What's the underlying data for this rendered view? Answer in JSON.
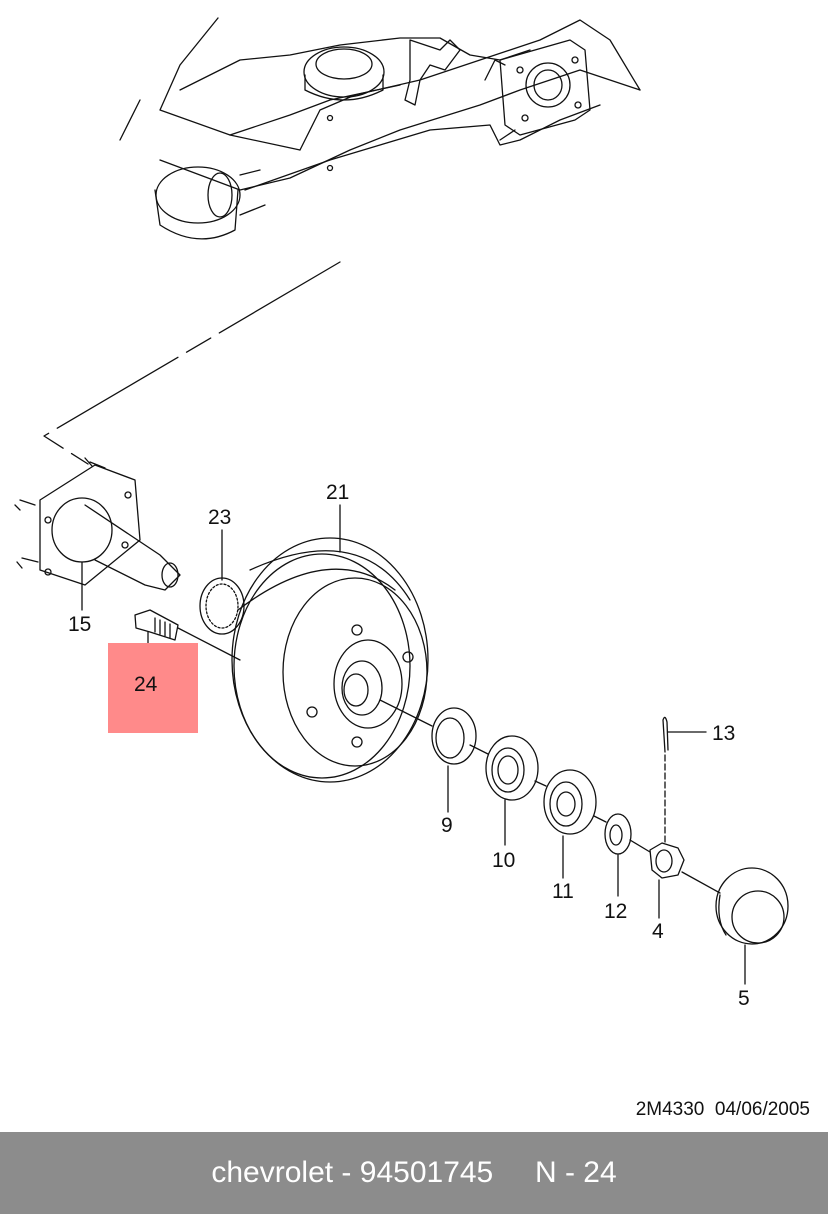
{
  "diagram": {
    "callouts": {
      "p21": "21",
      "p23": "23",
      "p15": "15",
      "p24": "24",
      "p13": "13",
      "p9": "9",
      "p10": "10",
      "p11": "11",
      "p12": "12",
      "p4": "4",
      "p5": "5"
    },
    "highlight_color": "#ff8a8a",
    "reference": "2M4330  04/06/2005"
  },
  "footer": {
    "brand": "chevrolet",
    "sep1": " - ",
    "part_number": "94501745",
    "gap": "     ",
    "position": "N - 24"
  }
}
